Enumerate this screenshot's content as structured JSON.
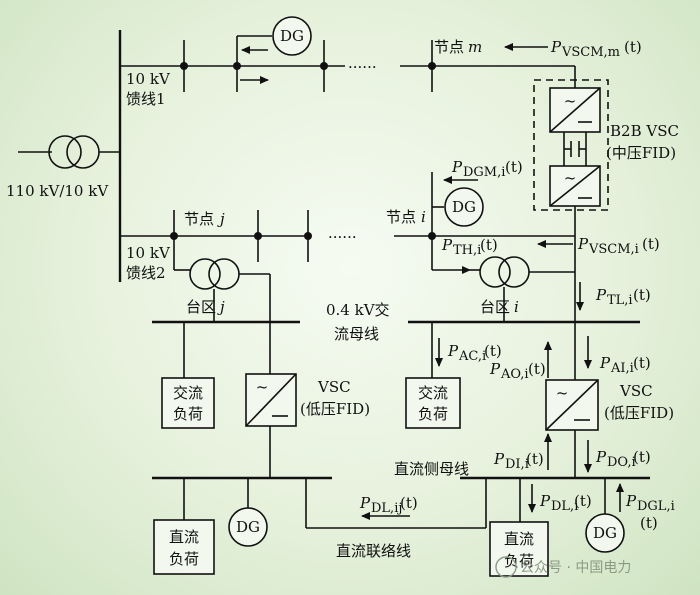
{
  "labels": {
    "transformer_main": "110 kV/10 kV",
    "feeder1_a": "10 kV",
    "feeder1_b": "馈线1",
    "feeder2_a": "10 kV",
    "feeder2_b": "馈线2",
    "node_m_a": "节点",
    "node_m_b": "m",
    "node_j_a": "节点",
    "node_j_b": "j",
    "node_i_a": "节点",
    "node_i_b": "i",
    "p_vscm_m": "P",
    "p_vscm_m_sub": "VSCM,m",
    "p_vscm_m_t": "(t)",
    "b2b_a": "B2B VSC",
    "b2b_b": "(中压FID)",
    "p_dgm": "P",
    "p_dgm_sub": "DGM,i",
    "p_dgm_t": "(t)",
    "p_th": "P",
    "p_th_sub": "TH,i",
    "p_th_t": "(t)",
    "p_vscm_i": "P",
    "p_vscm_i_sub": "VSCM,i",
    "p_vscm_i_t": "(t)",
    "area_j_a": "台区",
    "area_j_b": "j",
    "area_i_a": "台区",
    "area_i_b": "i",
    "p_tl": "P",
    "p_tl_sub": "TL,i",
    "p_tl_t": "(t)",
    "ac_bus_a": "0.4 kV交",
    "ac_bus_b": "流母线",
    "p_ac": "P",
    "p_ac_sub": "AC,i",
    "p_ac_t": "(t)",
    "p_ao": "P",
    "p_ao_sub": "AO,i",
    "p_ao_t": "(t)",
    "p_ai": "P",
    "p_ai_sub": "AI,i",
    "p_ai_t": "(t)",
    "ac_load_a": "交流",
    "ac_load_b": "负荷",
    "vsc_left_a": "VSC",
    "vsc_left_b": "(低压FID)",
    "vsc_right_a": "VSC",
    "vsc_right_b": "(低压FID)",
    "p_di": "P",
    "p_di_sub": "DI,i",
    "p_di_t": "(t)",
    "p_do": "P",
    "p_do_sub": "DO,i",
    "p_do_t": "(t)",
    "dc_bus": "直流侧母线",
    "p_dl_ij": "P",
    "p_dl_ij_sub": "DL,ij",
    "p_dl_ij_t": "(t)",
    "p_dl_i": "P",
    "p_dl_i_sub": "DL,i",
    "p_dl_i_t": "(t)",
    "p_dgl": "P",
    "p_dgl_sub": "DGL,i",
    "p_dgl_t": "(t)",
    "dc_load_a": "直流",
    "dc_load_b": "负荷",
    "dc_tie": "直流联络线",
    "dg": "DG",
    "dots": "······",
    "watermark": "公众号 · 中国电力"
  }
}
